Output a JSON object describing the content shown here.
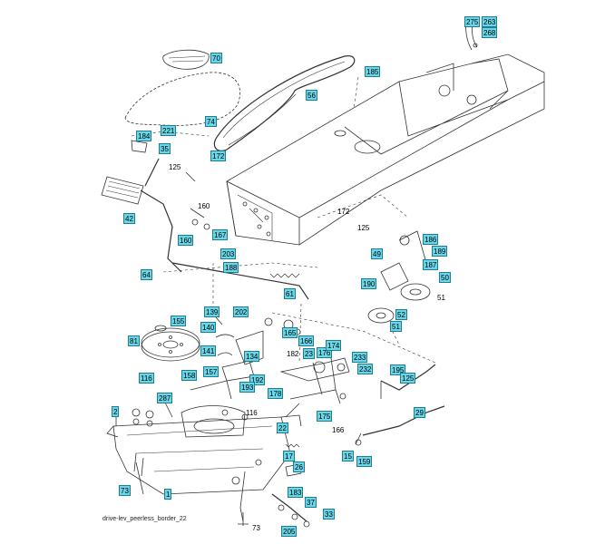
{
  "diagram": {
    "caption": "drive-lev_peerless_border_22",
    "accent_color": "#6ad6e8",
    "callouts": [
      {
        "label": "275",
        "boxed": true
      },
      {
        "label": "263",
        "boxed": true
      },
      {
        "label": "268",
        "boxed": true
      },
      {
        "label": "70",
        "boxed": true
      },
      {
        "label": "185",
        "boxed": true
      },
      {
        "label": "56",
        "boxed": true
      },
      {
        "label": "74",
        "boxed": true
      },
      {
        "label": "221",
        "boxed": true
      },
      {
        "label": "184",
        "boxed": true
      },
      {
        "label": "35",
        "boxed": true
      },
      {
        "label": "172",
        "boxed": true
      },
      {
        "label": "125",
        "boxed": false
      },
      {
        "label": "42",
        "boxed": true
      },
      {
        "label": "160",
        "boxed": false
      },
      {
        "label": "160",
        "boxed": true
      },
      {
        "label": "167",
        "boxed": true
      },
      {
        "label": "172",
        "boxed": false
      },
      {
        "label": "125",
        "boxed": false
      },
      {
        "label": "203",
        "boxed": true
      },
      {
        "label": "188",
        "boxed": true
      },
      {
        "label": "64",
        "boxed": true
      },
      {
        "label": "186",
        "boxed": true
      },
      {
        "label": "49",
        "boxed": true
      },
      {
        "label": "189",
        "boxed": true
      },
      {
        "label": "187",
        "boxed": true
      },
      {
        "label": "50",
        "boxed": true
      },
      {
        "label": "190",
        "boxed": true
      },
      {
        "label": "61",
        "boxed": true
      },
      {
        "label": "51",
        "boxed": false
      },
      {
        "label": "52",
        "boxed": true
      },
      {
        "label": "51",
        "boxed": true
      },
      {
        "label": "139",
        "boxed": true
      },
      {
        "label": "202",
        "boxed": true
      },
      {
        "label": "155",
        "boxed": true
      },
      {
        "label": "140",
        "boxed": true
      },
      {
        "label": "165",
        "boxed": true
      },
      {
        "label": "166",
        "boxed": true
      },
      {
        "label": "81",
        "boxed": true
      },
      {
        "label": "141",
        "boxed": true
      },
      {
        "label": "134",
        "boxed": true
      },
      {
        "label": "182",
        "boxed": false
      },
      {
        "label": "23",
        "boxed": true
      },
      {
        "label": "176",
        "boxed": true
      },
      {
        "label": "174",
        "boxed": true
      },
      {
        "label": "233",
        "boxed": true
      },
      {
        "label": "232",
        "boxed": true
      },
      {
        "label": "195",
        "boxed": true
      },
      {
        "label": "125",
        "boxed": true
      },
      {
        "label": "116",
        "boxed": true
      },
      {
        "label": "158",
        "boxed": true
      },
      {
        "label": "157",
        "boxed": true
      },
      {
        "label": "192",
        "boxed": true
      },
      {
        "label": "193",
        "boxed": true
      },
      {
        "label": "178",
        "boxed": true
      },
      {
        "label": "287",
        "boxed": true
      },
      {
        "label": "2",
        "boxed": true
      },
      {
        "label": "116",
        "boxed": false
      },
      {
        "label": "175",
        "boxed": true
      },
      {
        "label": "29",
        "boxed": true
      },
      {
        "label": "22",
        "boxed": true
      },
      {
        "label": "166",
        "boxed": false
      },
      {
        "label": "15",
        "boxed": true
      },
      {
        "label": "159",
        "boxed": true
      },
      {
        "label": "17",
        "boxed": true
      },
      {
        "label": "26",
        "boxed": true
      },
      {
        "label": "73",
        "boxed": true
      },
      {
        "label": "1",
        "boxed": true
      },
      {
        "label": "183",
        "boxed": true
      },
      {
        "label": "37",
        "boxed": true
      },
      {
        "label": "33",
        "boxed": true
      },
      {
        "label": "73",
        "boxed": false
      },
      {
        "label": "205",
        "boxed": true
      }
    ]
  }
}
